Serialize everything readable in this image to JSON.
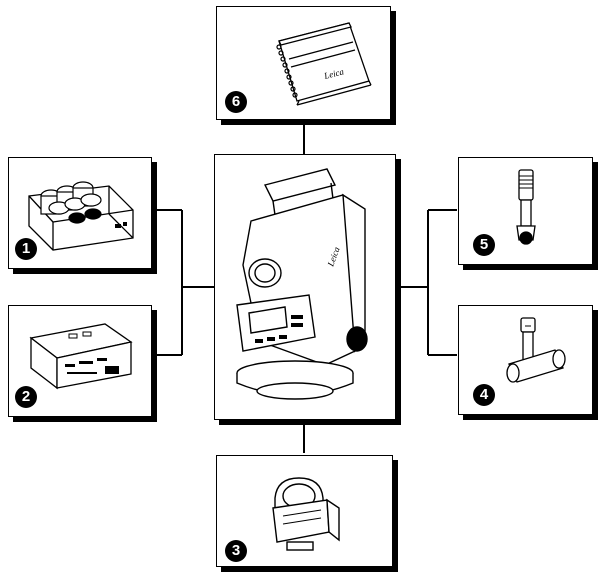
{
  "items": [
    {
      "key": "item-1",
      "number": "1"
    },
    {
      "key": "item-2",
      "number": "2"
    },
    {
      "key": "item-3",
      "number": "3"
    },
    {
      "key": "item-4",
      "number": "4"
    },
    {
      "key": "item-5",
      "number": "5"
    },
    {
      "key": "item-6",
      "number": "6"
    }
  ],
  "logo_text": "Leica"
}
